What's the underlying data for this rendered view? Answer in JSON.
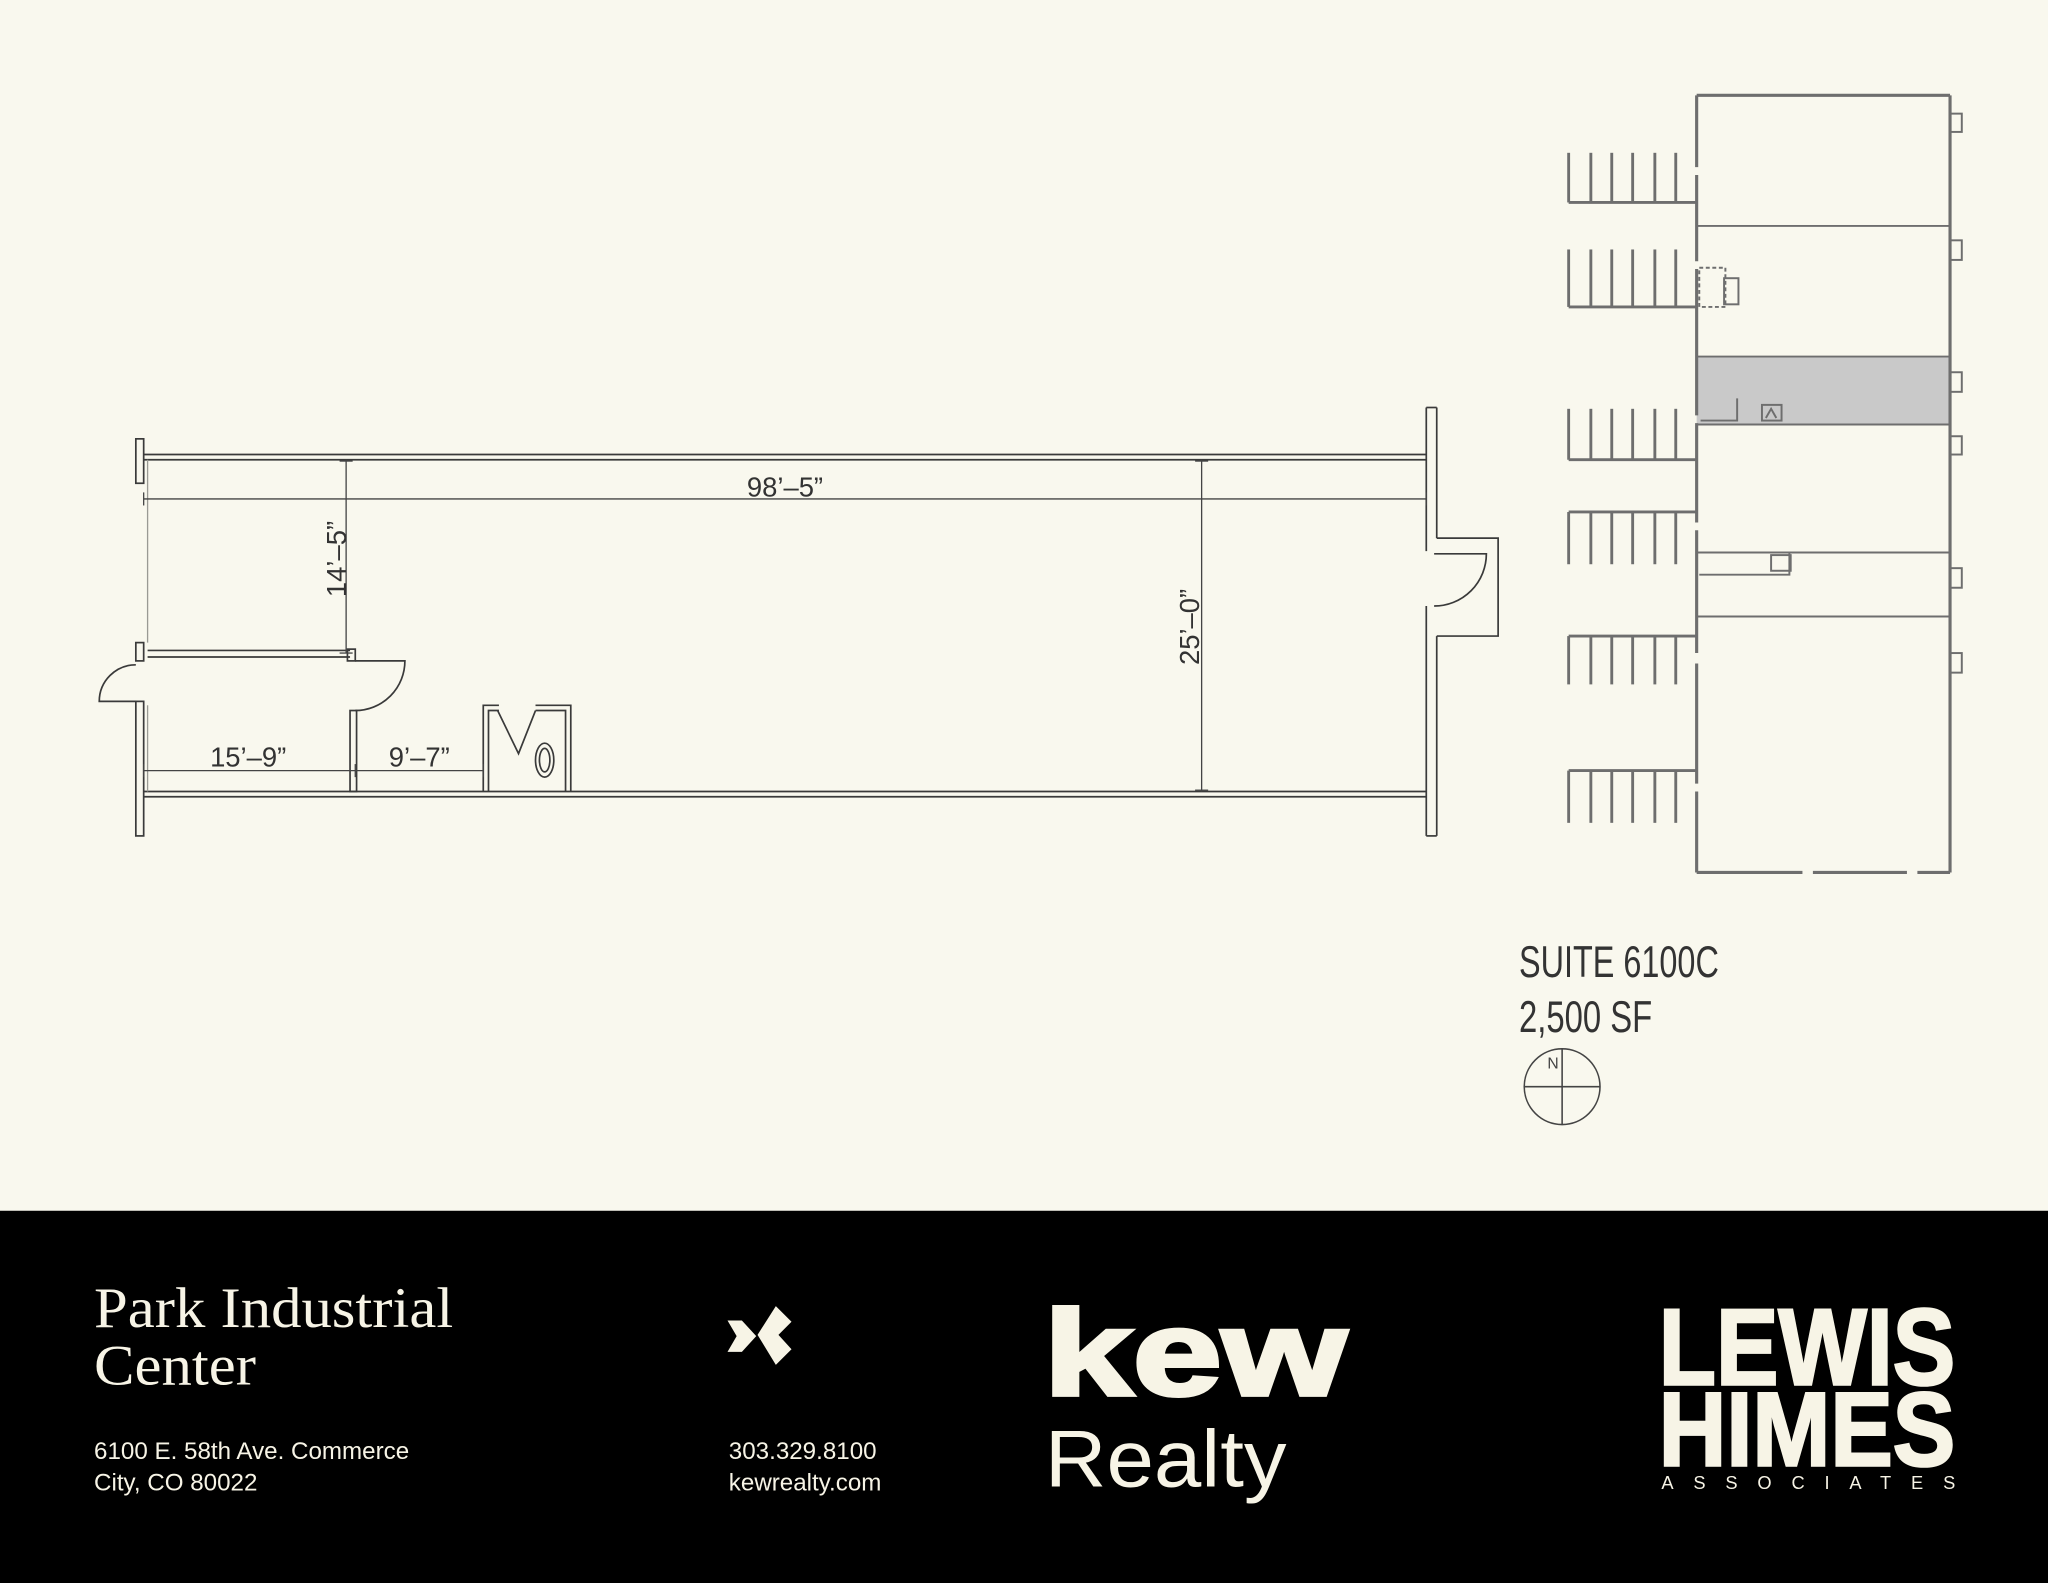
{
  "document": {
    "background_color": "#f9f8ee",
    "footer_color": "#000000",
    "footer_text_color": "#f7f4e6"
  },
  "floor_plan": {
    "dimensions": {
      "overall_length": "98’–5”",
      "office_depth": "14’–5”",
      "overall_width": "25’–0”",
      "office_width": "15’–9”",
      "secondary_width": "9’–7”"
    },
    "key_plan": {
      "highlight_color": "#c9c9c9"
    },
    "suite": {
      "name": "SUITE 6100C",
      "area": "2,500 SF"
    },
    "compass": {
      "north_label": "N"
    }
  },
  "footer": {
    "property": {
      "name_line1": "Park Industrial",
      "name_line2": "Center",
      "address_line1": "6100 E. 58th Ave. Commerce",
      "address_line2": "City, CO 80022"
    },
    "contact": {
      "phone": "303.329.8100",
      "website": "kewrealty.com"
    },
    "kew_logo": {
      "icon": "kew-mark-icon",
      "wordmark": "kew",
      "subtitle": "Realty"
    },
    "lewis_himes_logo": {
      "line1": "LEWIS",
      "line2": "HIMES",
      "line3": "ASSOCIATES"
    }
  }
}
